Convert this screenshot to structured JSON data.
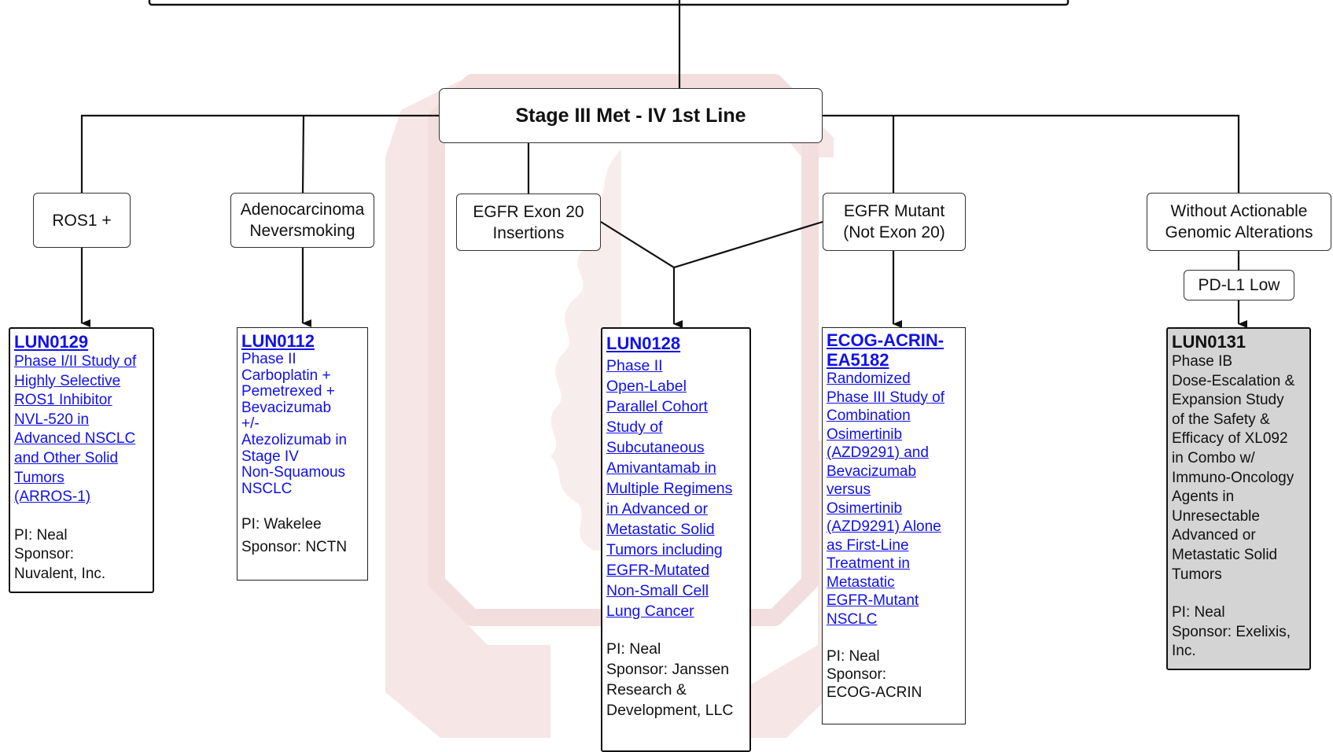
{
  "nodes": {
    "main": "Stage III Met - IV 1st Line",
    "ros1": "ROS1 +",
    "adeno_line1": "Adenocarcinoma",
    "adeno_line2": "Neversmoking",
    "egfr_exon20_line1": "EGFR Exon 20",
    "egfr_exon20_line2": "Insertions",
    "egfr_mutant_line1": "EGFR Mutant",
    "egfr_mutant_line2": "(Not Exon 20)",
    "without_line1": "Without Actionable",
    "without_line2": "Genomic Alterations",
    "pdl1_low": "PD-L1 Low"
  },
  "trials": {
    "lun0129": {
      "id": "LUN0129",
      "title_lines": [
        "Phase I/II Study of",
        "Highly Selective",
        "ROS1 Inhibitor",
        "NVL-520 in",
        "Advanced NSCLC",
        "and Other Solid",
        "Tumors",
        "(ARROS-1)"
      ],
      "pi": "PI: Neal",
      "sponsor_lines": [
        "Sponsor:",
        "Nuvalent, Inc."
      ]
    },
    "lun0112": {
      "id": "LUN0112",
      "title_lines": [
        "Phase II",
        "Carboplatin +",
        "Pemetrexed +",
        "Bevacizumab",
        "+/-",
        "Atezolizumab in",
        "Stage IV",
        "Non-Squamous",
        "NSCLC"
      ],
      "pi": "PI: Wakelee",
      "sponsor_lines": [
        "Sponsor: NCTN"
      ]
    },
    "lun0128": {
      "id": "LUN0128",
      "title_lines": [
        "Phase II",
        "Open-Label",
        "Parallel Cohort",
        "Study of",
        "Subcutaneous",
        "Amivantamab in",
        "Multiple Regimens",
        "in Advanced or",
        "Metastatic Solid",
        "Tumors including",
        "EGFR-Mutated",
        "Non-Small Cell",
        "Lung Cancer"
      ],
      "pi": "PI: Neal",
      "sponsor_lines": [
        "Sponsor: Janssen",
        "Research &",
        "Development, LLC"
      ]
    },
    "ea5182": {
      "id_lines": [
        "ECOG-ACRIN-",
        "EA5182"
      ],
      "title_lines": [
        "Randomized",
        "Phase III Study of",
        "Combination",
        "Osimertinib",
        "(AZD9291) and",
        "Bevacizumab",
        "versus",
        "Osimertinib",
        "(AZD9291) Alone",
        "as First-Line",
        "Treatment in",
        "Metastatic",
        "EGFR-Mutant",
        "NSCLC"
      ],
      "pi": "PI: Neal",
      "sponsor_lines": [
        "Sponsor:",
        "ECOG-ACRIN"
      ]
    },
    "lun0131": {
      "id": "LUN0131",
      "title_lines": [
        "Phase IB",
        "Dose-Escalation &",
        "Expansion Study",
        "of the Safety &",
        "Efficacy of XL092",
        "in Combo w/",
        "Immuno-Oncology",
        "Agents in",
        "Unresectable",
        "Advanced or",
        "Metastatic Solid",
        "Tumors"
      ],
      "pi": "PI: Neal",
      "sponsor_lines": [
        "Sponsor: Exelixis,",
        "Inc."
      ]
    }
  },
  "colors": {
    "link": "#1010ee",
    "watermark": "#f3dede",
    "highlight_box": "#d4d4d4",
    "line": "#111111"
  }
}
